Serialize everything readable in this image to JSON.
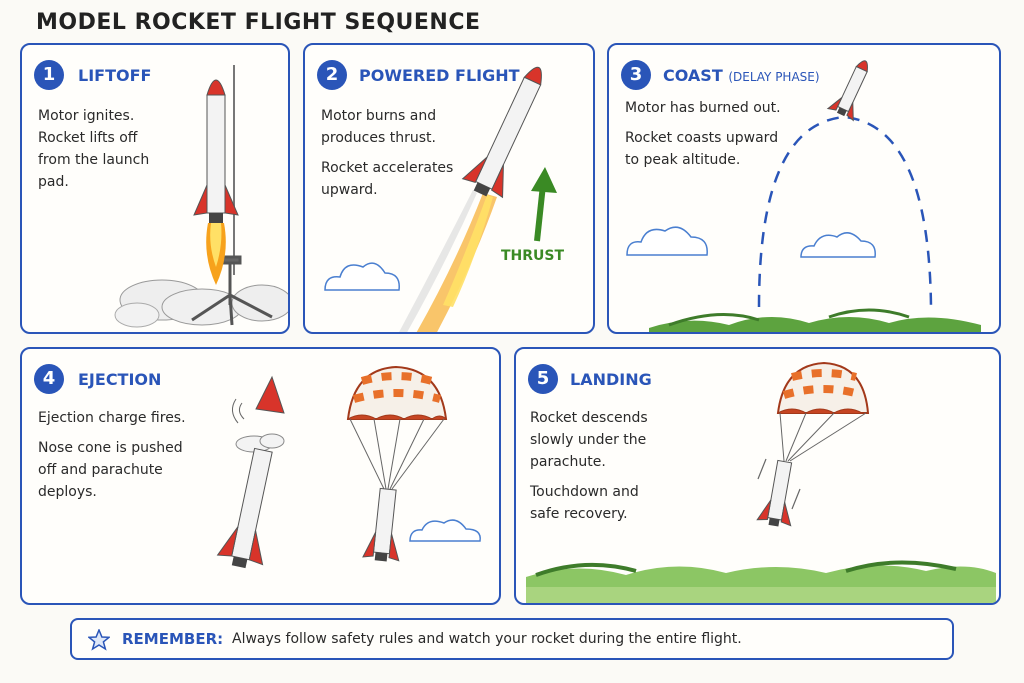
{
  "title": "MODEL ROCKET FLIGHT SEQUENCE",
  "colors": {
    "accent": "#2a55b8",
    "rocket_red": "#d8342a",
    "thrust_green": "#3a8a24",
    "chute_orange": "#e8702a",
    "grass": "#5da33f"
  },
  "panels": [
    {
      "number": "1",
      "heading": "LIFTOFF",
      "heading_sub": "",
      "lines": [
        "Motor ignites.",
        "Rocket lifts off",
        "from the launch",
        "pad."
      ]
    },
    {
      "number": "2",
      "heading": "POWERED FLIGHT",
      "heading_sub": "",
      "lines": [
        "Motor burns and",
        "produces thrust.",
        "Rocket accelerates",
        "upward."
      ],
      "arrow_label": "THRUST"
    },
    {
      "number": "3",
      "heading": "COAST",
      "heading_sub": "(DELAY PHASE)",
      "lines": [
        "Motor has burned out.",
        "Rocket coasts upward",
        "to peak altitude."
      ]
    },
    {
      "number": "4",
      "heading": "EJECTION",
      "heading_sub": "",
      "lines": [
        "Ejection charge fires.",
        "Nose cone is pushed",
        "off and parachute",
        "deploys."
      ]
    },
    {
      "number": "5",
      "heading": "LANDING",
      "heading_sub": "",
      "lines": [
        "Rocket descends",
        "slowly under the",
        "parachute.",
        "Touchdown and",
        "safe recovery."
      ]
    }
  ],
  "remember": {
    "label": "REMEMBER:",
    "text": "Always follow safety rules and watch your rocket during the entire flight.",
    "icon": "star-icon"
  }
}
